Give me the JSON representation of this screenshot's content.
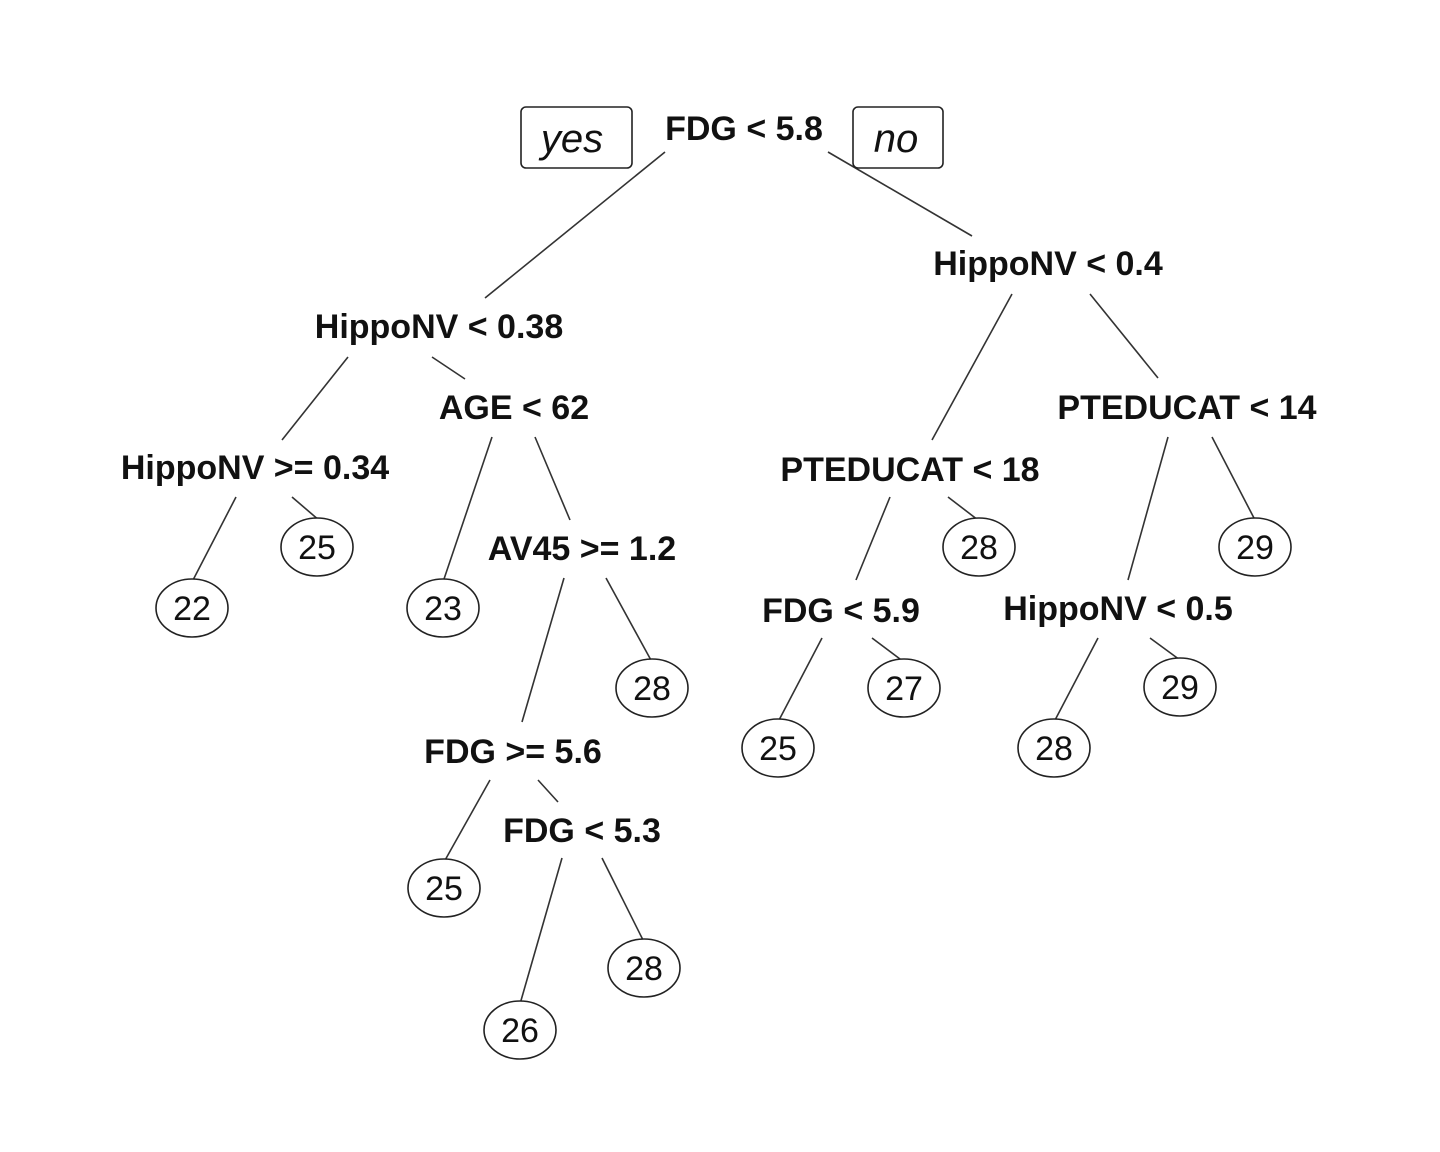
{
  "branch_labels": {
    "left": "yes",
    "right": "no"
  },
  "splits": {
    "root": "FDG < 5.8",
    "l": "HippoNV < 0.38",
    "ll": "HippoNV >= 0.34",
    "lr": "AGE < 62",
    "lrr": "AV45 >= 1.2",
    "lrrl": "FDG >= 5.6",
    "lrrlr": "FDG < 5.3",
    "r": "HippoNV < 0.4",
    "rl": "PTEDUCAT < 18",
    "rll": "FDG < 5.9",
    "rr": "PTEDUCAT < 14",
    "rrl": "HippoNV < 0.5"
  },
  "leaves": {
    "lll": "22",
    "llr": "25",
    "lrl": "23",
    "lrrr": "28",
    "lrrll": "25",
    "lrrlrl": "26",
    "lrrlrr": "28",
    "rlll": "25",
    "rllr": "27",
    "rlr": "28",
    "rrll": "28",
    "rrlr": "29",
    "rrr": "29"
  }
}
